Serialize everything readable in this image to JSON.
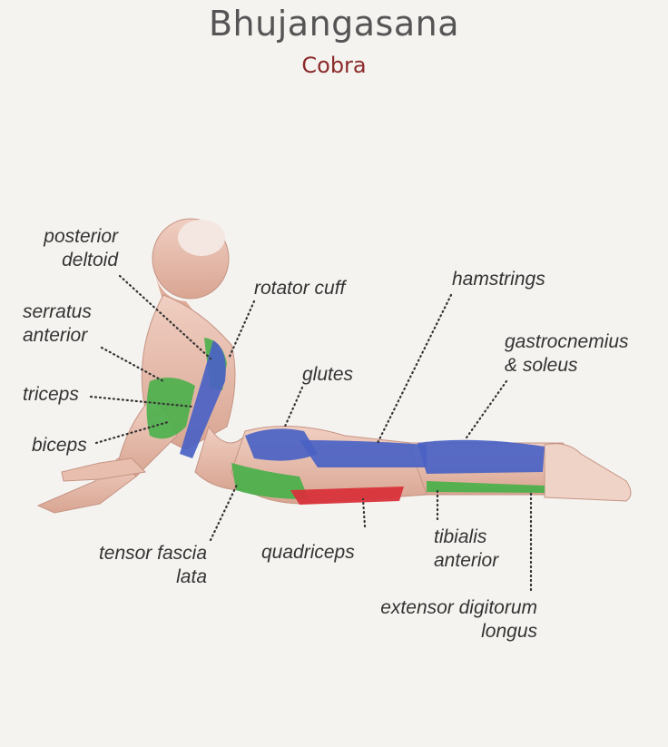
{
  "title": "Bhujangasana",
  "subtitle": "Cobra",
  "colors": {
    "title": "#555555",
    "subtitle": "#8b2a2a",
    "muscle_blue": "#4a62c4",
    "muscle_green": "#49b04a",
    "muscle_red": "#d8323a",
    "skin": "#e6b9a8",
    "background": "#f5f3f0"
  },
  "labels": {
    "posterior_deltoid": [
      "posterior",
      "deltoid"
    ],
    "serratus_anterior": [
      "serratus",
      "anterior"
    ],
    "triceps": "triceps",
    "biceps": "biceps",
    "rotator_cuff": "rotator cuff",
    "glutes": "glutes",
    "hamstrings": "hamstrings",
    "gastrocnemius_soleus": [
      "gastrocnemius",
      "& soleus"
    ],
    "tensor_fascia_lata": [
      "tensor fascia",
      "lata"
    ],
    "quadriceps": "quadriceps",
    "tibialis_anterior": [
      "tibialis",
      "anterior"
    ],
    "extensor_digitorum_longus": [
      "extensor digitorum",
      "longus"
    ]
  }
}
